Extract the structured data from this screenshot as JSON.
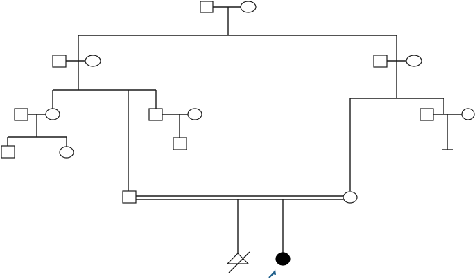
{
  "pedigree": {
    "proband_arrow_color": "#1f5f8b",
    "affected_fill_color": "#000000",
    "individuals": [
      {
        "id": "gen1-male",
        "sex": "male",
        "affected": false,
        "deceased": false
      },
      {
        "id": "gen1-female",
        "sex": "female",
        "affected": false,
        "deceased": false
      },
      {
        "id": "gen2-left-male",
        "sex": "male",
        "affected": false,
        "deceased": false
      },
      {
        "id": "gen2-left-female",
        "sex": "female",
        "affected": false,
        "deceased": false
      },
      {
        "id": "gen2-right-male",
        "sex": "male",
        "affected": false,
        "deceased": false
      },
      {
        "id": "gen2-right-female",
        "sex": "female",
        "affected": false,
        "deceased": false
      },
      {
        "id": "gen3-a-male",
        "sex": "male",
        "affected": false,
        "deceased": false
      },
      {
        "id": "gen3-a-female",
        "sex": "female",
        "affected": false,
        "deceased": false
      },
      {
        "id": "gen3-b-male",
        "sex": "male",
        "affected": false,
        "deceased": false
      },
      {
        "id": "gen3-c-male",
        "sex": "male",
        "affected": false,
        "deceased": false
      },
      {
        "id": "gen3-c-female",
        "sex": "female",
        "affected": false,
        "deceased": false
      },
      {
        "id": "gen3-d-female",
        "sex": "female",
        "affected": false,
        "deceased": false
      },
      {
        "id": "gen3-e-male",
        "sex": "male",
        "affected": false,
        "deceased": false
      },
      {
        "id": "gen3-e-female",
        "sex": "female",
        "affected": false,
        "deceased": false
      },
      {
        "id": "gen4-a-male",
        "sex": "male",
        "affected": false,
        "deceased": false
      },
      {
        "id": "gen4-a-female",
        "sex": "female",
        "affected": false,
        "deceased": false
      },
      {
        "id": "gen4-c-male",
        "sex": "male",
        "affected": false,
        "deceased": false
      },
      {
        "id": "gen4-sibling",
        "sex": "unknown",
        "affected": false,
        "deceased": true
      },
      {
        "id": "gen4-proband",
        "sex": "female",
        "affected": true,
        "deceased": false,
        "proband": true
      }
    ],
    "relationships": [
      {
        "type": "partnership",
        "between": [
          "gen1-male",
          "gen1-female"
        ]
      },
      {
        "type": "partnership",
        "between": [
          "gen2-left-male",
          "gen2-left-female"
        ]
      },
      {
        "type": "partnership",
        "between": [
          "gen2-right-male",
          "gen2-right-female"
        ]
      },
      {
        "type": "partnership",
        "between": [
          "gen3-a-male",
          "gen3-a-female"
        ]
      },
      {
        "type": "partnership",
        "between": [
          "gen3-c-male",
          "gen3-c-female"
        ]
      },
      {
        "type": "partnership",
        "between": [
          "gen3-e-male",
          "gen3-e-female"
        ],
        "no_offspring": true
      },
      {
        "type": "consanguineous-partnership",
        "between": [
          "gen3-b-male",
          "gen3-d-female"
        ]
      }
    ]
  }
}
